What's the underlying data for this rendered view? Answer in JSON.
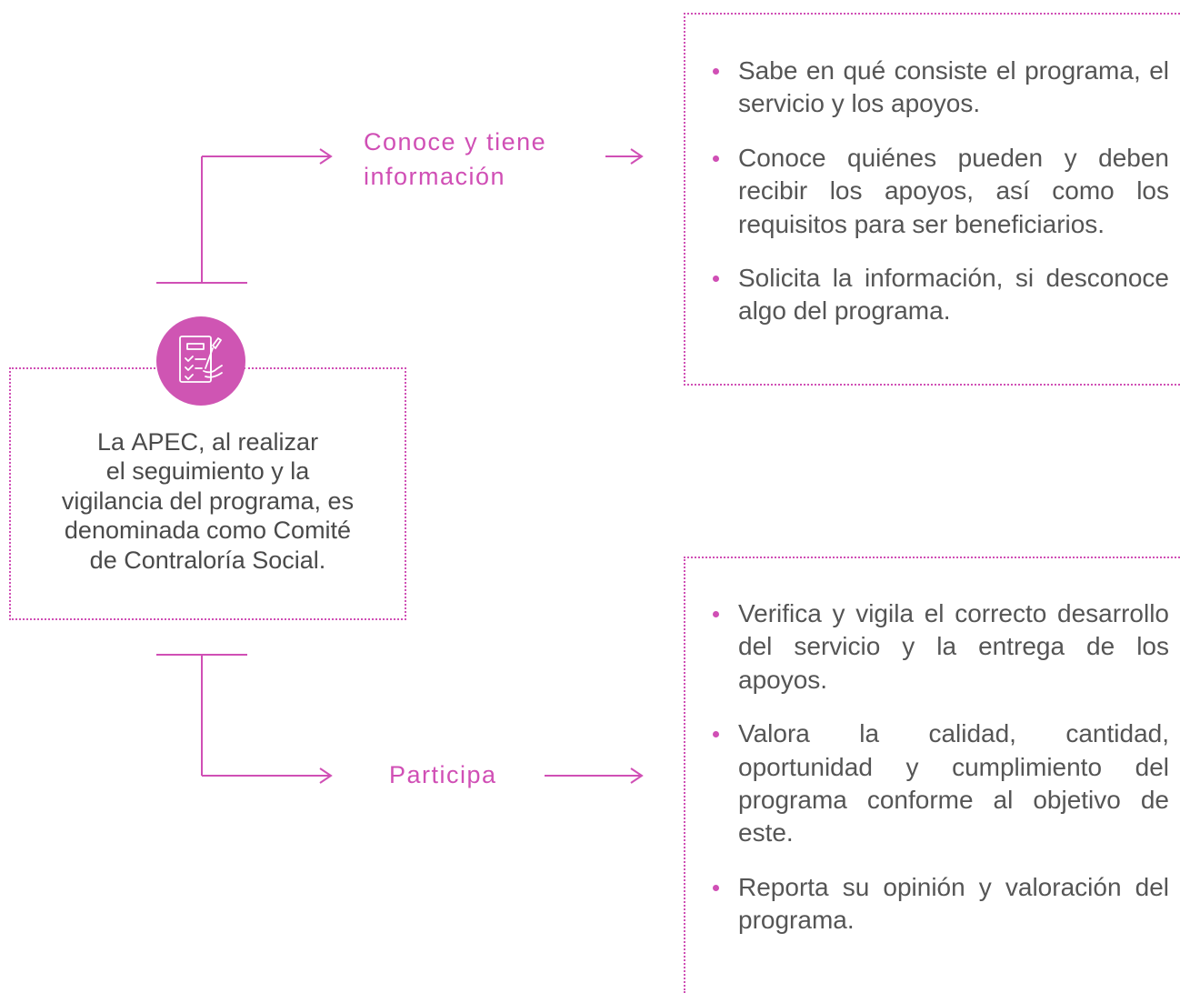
{
  "top_label": [
    "Conoce y tiene",
    "información"
  ],
  "bottom_label": "Participa",
  "center": {
    "prefix": "La ",
    "acronym": "APEC",
    "line1_rest": ", al realizar",
    "line2": "el seguimiento y la",
    "line3": "vigilancia del programa, es",
    "line4": "denominada como Comité",
    "line5": "de Contraloría Social."
  },
  "top_bullets": [
    "Sabe en qué consiste el programa, el servicio y los apoyos.",
    "Conoce quiénes pueden y deben recibir los apoyos, así como los requisitos para ser beneficiarios.",
    "Solicita la información, si desconoce algo del programa."
  ],
  "bottom_bullets": [
    "Verifica y vigila el correcto desarrollo del servicio y la entrega de los apoyos.",
    "Valora la calidad, cantidad, oportunidad y cumplimiento del programa conforme al objetivo de este.",
    "Reporta su opinión y valoración del programa."
  ],
  "icon": "checklist-clipboard-pen-icon",
  "colors": {
    "accent": "#d04fb5",
    "circle": "#cf55b3",
    "text": "#4a4a4a"
  }
}
